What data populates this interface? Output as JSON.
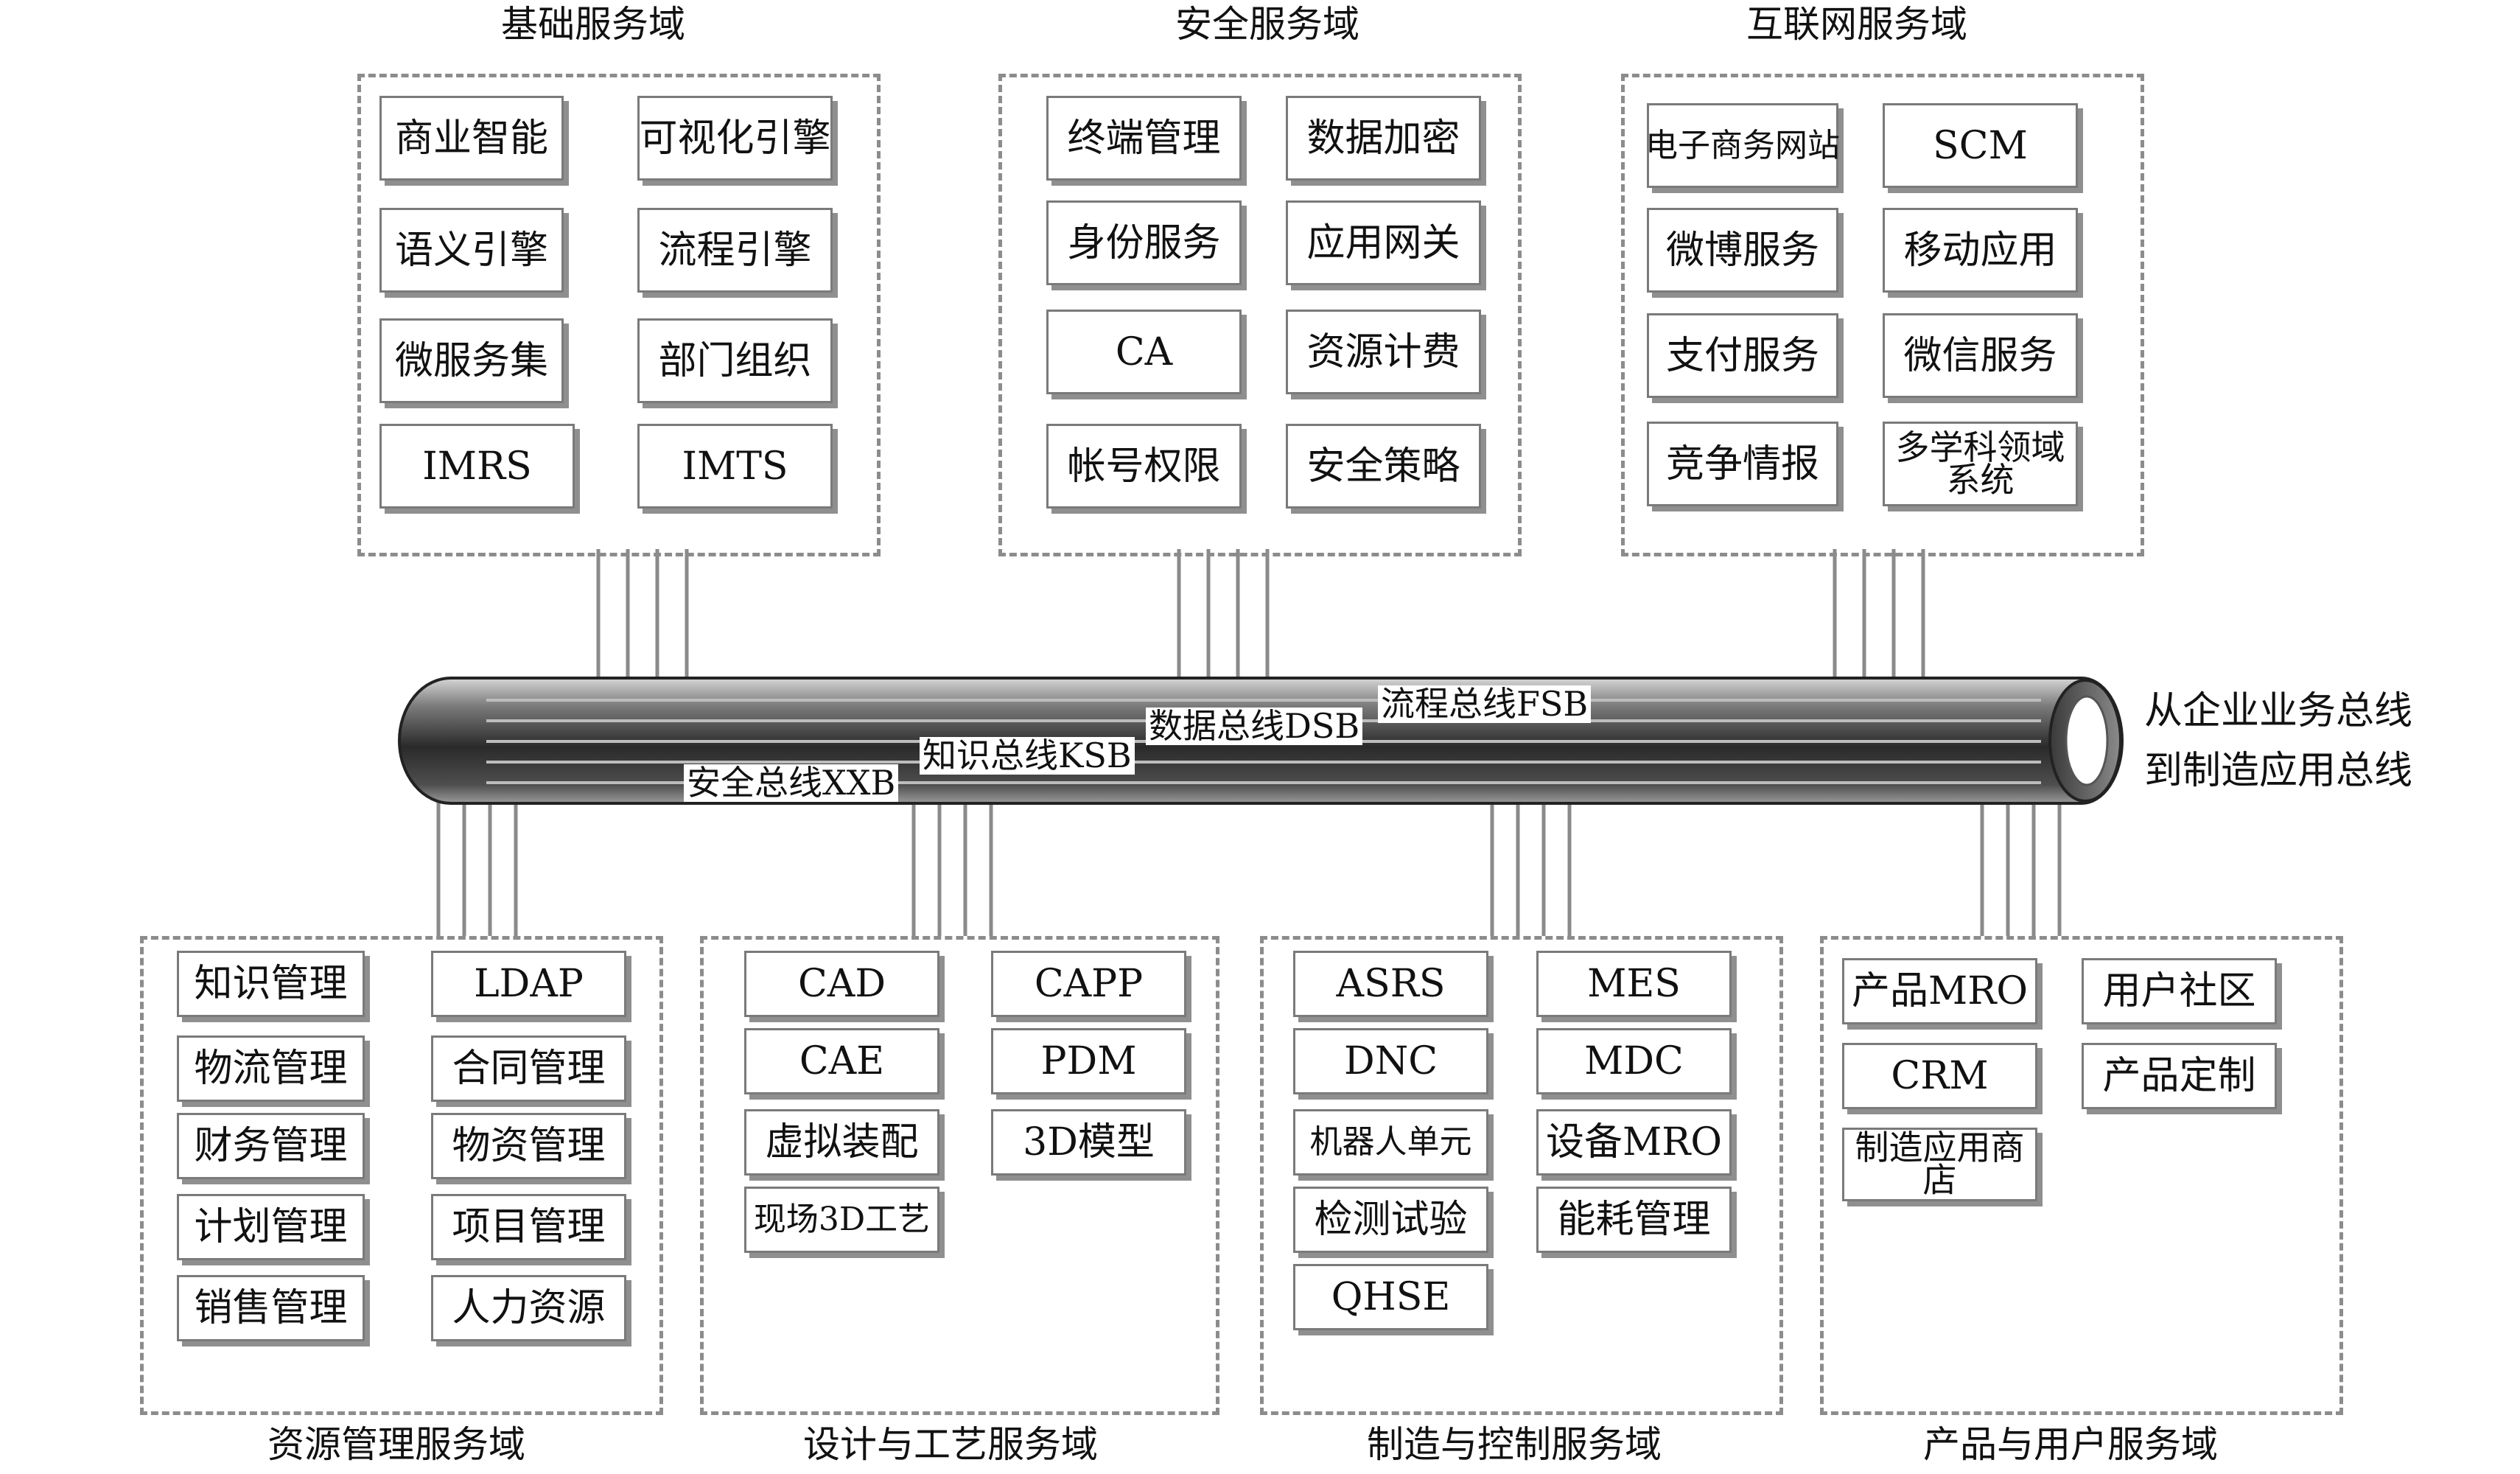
{
  "bus": {
    "title_line1": "从企业业务总线",
    "title_line2": "到制造应用总线",
    "labels": {
      "xxb": "安全总线XXB",
      "ksb": "知识总线KSB",
      "dsb": "数据总线DSB",
      "fsb": "流程总线FSB"
    }
  },
  "domains": {
    "basic": {
      "title": "基础服务域",
      "modules": [
        "商业智能",
        "可视化引擎",
        "语义引擎",
        "流程引擎",
        "微服务集",
        "部门组织",
        "IMRS",
        "IMTS"
      ]
    },
    "security": {
      "title": "安全服务域",
      "modules": [
        "终端管理",
        "数据加密",
        "身份服务",
        "应用网关",
        "CA",
        "资源计费",
        "帐号权限",
        "安全策略"
      ]
    },
    "internet": {
      "title": "互联网服务域",
      "modules": [
        "电子商务网站",
        "SCM",
        "微博服务",
        "移动应用",
        "支付服务",
        "微信服务",
        "竞争情报",
        "多学科领域系统"
      ]
    },
    "resource": {
      "title": "资源管理服务域",
      "modules": [
        "知识管理",
        "LDAP",
        "物流管理",
        "合同管理",
        "财务管理",
        "物资管理",
        "计划管理",
        "项目管理",
        "销售管理",
        "人力资源"
      ]
    },
    "design": {
      "title": "设计与工艺服务域",
      "modules": [
        "CAD",
        "CAPP",
        "CAE",
        "PDM",
        "虚拟装配",
        "3D模型",
        "现场3D工艺"
      ]
    },
    "manufacturing": {
      "title": "制造与控制服务域",
      "modules": [
        "ASRS",
        "MES",
        "DNC",
        "MDC",
        "机器人单元",
        "设备MRO",
        "检测试验",
        "能耗管理",
        "QHSE"
      ]
    },
    "product": {
      "title": "产品与用户服务域",
      "modules": [
        "产品MRO",
        "用户社区",
        "CRM",
        "产品定制",
        "制造应用商店"
      ]
    }
  }
}
